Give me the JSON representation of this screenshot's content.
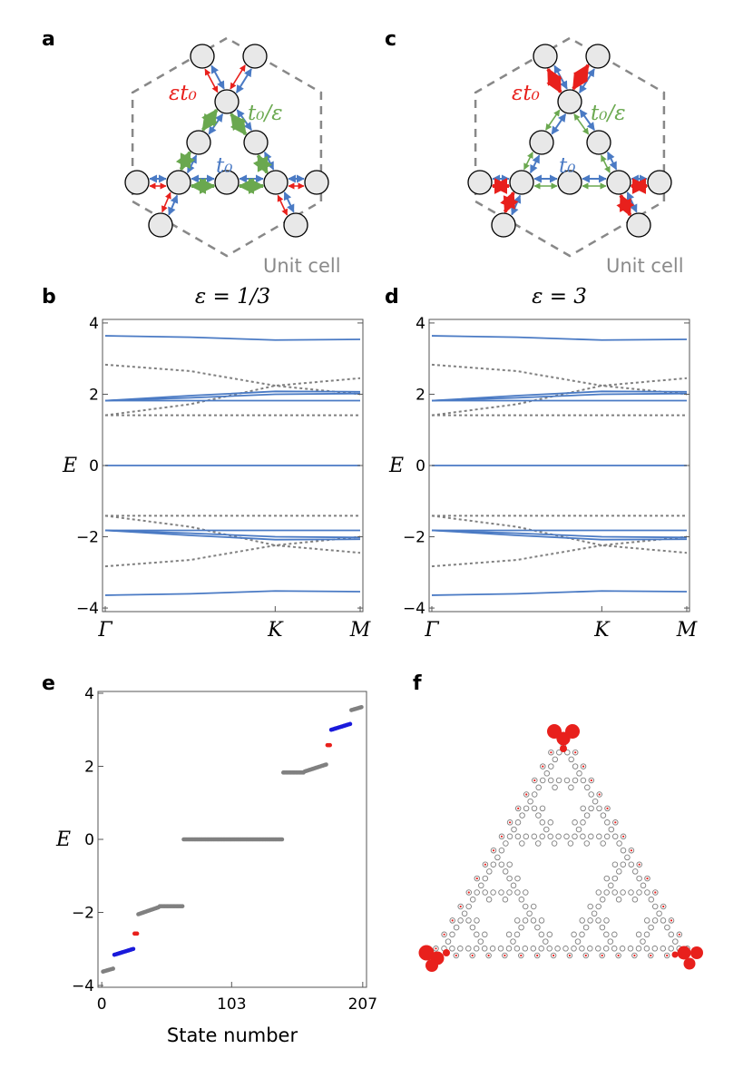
{
  "panel_labels": [
    "a",
    "b",
    "c",
    "d",
    "e",
    "f"
  ],
  "lattice": {
    "unit_cell_label": "Unit cell",
    "hop_intra": "t₀",
    "hop_eps_mul": "εt₀",
    "hop_eps_div": "t₀/ε",
    "colors": {
      "t0": "#4a7ac4",
      "eps_mul": "#e8201c",
      "eps_div": "#6aa84f",
      "site_fill": "#e8e8e8",
      "cell": "#888888"
    }
  },
  "chart_data": [
    {
      "id": "b",
      "type": "line",
      "title": "ε = 1/3",
      "ylabel": "E",
      "ylim": [
        -4.1,
        4.1
      ],
      "yticks": [
        -4,
        -2,
        0,
        2,
        4
      ],
      "xticklabels": [
        "Γ",
        "K",
        "M"
      ],
      "xticks": [
        0,
        1,
        1.5
      ],
      "series_solid": [
        {
          "x": [
            0,
            0.5,
            1,
            1.5
          ],
          "y": [
            3.64,
            3.6,
            3.52,
            3.54
          ]
        },
        {
          "x": [
            0,
            0.5,
            1,
            1.5
          ],
          "y": [
            1.82,
            1.96,
            2.08,
            2.07
          ]
        },
        {
          "x": [
            0,
            0.5,
            1,
            1.5
          ],
          "y": [
            1.82,
            1.9,
            2.0,
            2.02
          ]
        },
        {
          "x": [
            0,
            0.5,
            1,
            1.5
          ],
          "y": [
            1.82,
            1.82,
            1.82,
            1.82
          ]
        },
        {
          "x": [
            0,
            0.5,
            1,
            1.5
          ],
          "y": [
            0,
            0,
            0,
            0
          ]
        },
        {
          "x": [
            0,
            0.5,
            1,
            1.5
          ],
          "y": [
            -1.82,
            -1.82,
            -1.82,
            -1.82
          ]
        },
        {
          "x": [
            0,
            0.5,
            1,
            1.5
          ],
          "y": [
            -1.82,
            -1.9,
            -2.0,
            -2.02
          ]
        },
        {
          "x": [
            0,
            0.5,
            1,
            1.5
          ],
          "y": [
            -1.82,
            -1.96,
            -2.08,
            -2.07
          ]
        },
        {
          "x": [
            0,
            0.5,
            1,
            1.5
          ],
          "y": [
            -3.64,
            -3.6,
            -3.52,
            -3.54
          ]
        }
      ],
      "series_dashed": [
        {
          "x": [
            0,
            0.5,
            1,
            1.5
          ],
          "y": [
            2.83,
            2.65,
            2.24,
            2.0
          ]
        },
        {
          "x": [
            0,
            0.5,
            1,
            1.5
          ],
          "y": [
            1.41,
            1.72,
            2.24,
            2.45
          ]
        },
        {
          "x": [
            0,
            0.5,
            1,
            1.5
          ],
          "y": [
            1.41,
            1.41,
            1.41,
            1.41
          ]
        },
        {
          "x": [
            0,
            0.5,
            1,
            1.5
          ],
          "y": [
            -1.41,
            -1.41,
            -1.41,
            -1.41
          ]
        },
        {
          "x": [
            0,
            0.5,
            1,
            1.5
          ],
          "y": [
            -1.41,
            -1.72,
            -2.24,
            -2.45
          ]
        },
        {
          "x": [
            0,
            0.5,
            1,
            1.5
          ],
          "y": [
            -2.83,
            -2.65,
            -2.24,
            -2.0
          ]
        }
      ]
    },
    {
      "id": "d",
      "type": "line",
      "title": "ε = 3",
      "ylabel": "E",
      "ylim": [
        -4.1,
        4.1
      ],
      "yticks": [
        -4,
        -2,
        0,
        2,
        4
      ],
      "xticklabels": [
        "Γ",
        "K",
        "M"
      ],
      "xticks": [
        0,
        1,
        1.5
      ],
      "series_solid": [
        {
          "x": [
            0,
            0.5,
            1,
            1.5
          ],
          "y": [
            3.64,
            3.6,
            3.52,
            3.54
          ]
        },
        {
          "x": [
            0,
            0.5,
            1,
            1.5
          ],
          "y": [
            1.82,
            1.96,
            2.08,
            2.07
          ]
        },
        {
          "x": [
            0,
            0.5,
            1,
            1.5
          ],
          "y": [
            1.82,
            1.9,
            2.0,
            2.02
          ]
        },
        {
          "x": [
            0,
            0.5,
            1,
            1.5
          ],
          "y": [
            1.82,
            1.82,
            1.82,
            1.82
          ]
        },
        {
          "x": [
            0,
            0.5,
            1,
            1.5
          ],
          "y": [
            0,
            0,
            0,
            0
          ]
        },
        {
          "x": [
            0,
            0.5,
            1,
            1.5
          ],
          "y": [
            -1.82,
            -1.82,
            -1.82,
            -1.82
          ]
        },
        {
          "x": [
            0,
            0.5,
            1,
            1.5
          ],
          "y": [
            -1.82,
            -1.9,
            -2.0,
            -2.02
          ]
        },
        {
          "x": [
            0,
            0.5,
            1,
            1.5
          ],
          "y": [
            -1.82,
            -1.96,
            -2.08,
            -2.07
          ]
        },
        {
          "x": [
            0,
            0.5,
            1,
            1.5
          ],
          "y": [
            -3.64,
            -3.6,
            -3.52,
            -3.54
          ]
        }
      ],
      "series_dashed": [
        {
          "x": [
            0,
            0.5,
            1,
            1.5
          ],
          "y": [
            2.83,
            2.65,
            2.24,
            2.0
          ]
        },
        {
          "x": [
            0,
            0.5,
            1,
            1.5
          ],
          "y": [
            1.41,
            1.72,
            2.24,
            2.45
          ]
        },
        {
          "x": [
            0,
            0.5,
            1,
            1.5
          ],
          "y": [
            1.41,
            1.41,
            1.41,
            1.41
          ]
        },
        {
          "x": [
            0,
            0.5,
            1,
            1.5
          ],
          "y": [
            -1.41,
            -1.41,
            -1.41,
            -1.41
          ]
        },
        {
          "x": [
            0,
            0.5,
            1,
            1.5
          ],
          "y": [
            -1.41,
            -1.72,
            -2.24,
            -2.45
          ]
        },
        {
          "x": [
            0,
            0.5,
            1,
            1.5
          ],
          "y": [
            -2.83,
            -2.65,
            -2.24,
            -2.0
          ]
        }
      ]
    },
    {
      "id": "e",
      "type": "scatter",
      "xlabel": "State number",
      "ylabel": "E",
      "xlim": [
        -3,
        210
      ],
      "ylim": [
        -4.05,
        4.05
      ],
      "xticks": [
        0,
        103,
        207
      ],
      "yticks": [
        -4,
        -2,
        0,
        2,
        4
      ],
      "segments": [
        {
          "color": "#808080",
          "x0": 1,
          "x1": 9,
          "y0": -3.62,
          "y1": -3.54
        },
        {
          "color": "#1a1adb",
          "x0": 10,
          "x1": 25,
          "y0": -3.16,
          "y1": -3.0
        },
        {
          "color": "#e8201c",
          "x0": 26,
          "x1": 28,
          "y0": -2.58,
          "y1": -2.58
        },
        {
          "color": "#808080",
          "x0": 29,
          "x1": 45,
          "y0": -2.05,
          "y1": -1.86
        },
        {
          "color": "#808080",
          "x0": 46,
          "x1": 64,
          "y0": -1.83,
          "y1": -1.83
        },
        {
          "color": "#808080",
          "x0": 65,
          "x1": 143,
          "y0": 0.0,
          "y1": 0.0
        },
        {
          "color": "#808080",
          "x0": 144,
          "x1": 160,
          "y0": 1.83,
          "y1": 1.83
        },
        {
          "color": "#808080",
          "x0": 161,
          "x1": 178,
          "y0": 1.86,
          "y1": 2.05
        },
        {
          "color": "#e8201c",
          "x0": 179,
          "x1": 181,
          "y0": 2.58,
          "y1": 2.58
        },
        {
          "color": "#1a1adb",
          "x0": 182,
          "x1": 197,
          "y0": 3.0,
          "y1": 3.16
        },
        {
          "color": "#808080",
          "x0": 198,
          "x1": 206,
          "y0": 3.54,
          "y1": 3.62
        }
      ]
    }
  ]
}
